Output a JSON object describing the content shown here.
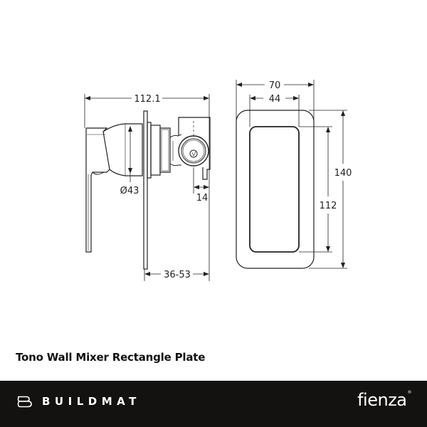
{
  "product": {
    "title": "Tono Wall Mixer Rectangle Plate"
  },
  "drawing": {
    "side_view": {
      "overall_length": "112.1",
      "body_diameter": "Ø43",
      "spindle_offset": "14",
      "wall_depth_range": "36-53"
    },
    "front_view": {
      "plate_width": "70",
      "inner_width": "44",
      "plate_height": "140",
      "inner_height": "112"
    },
    "line_color": "#222222"
  },
  "footer": {
    "left_brand": "BUILDMAT",
    "right_brand": "fienza",
    "right_brand_mark": "®",
    "background": "#141210",
    "text_color": "#ffffff"
  }
}
